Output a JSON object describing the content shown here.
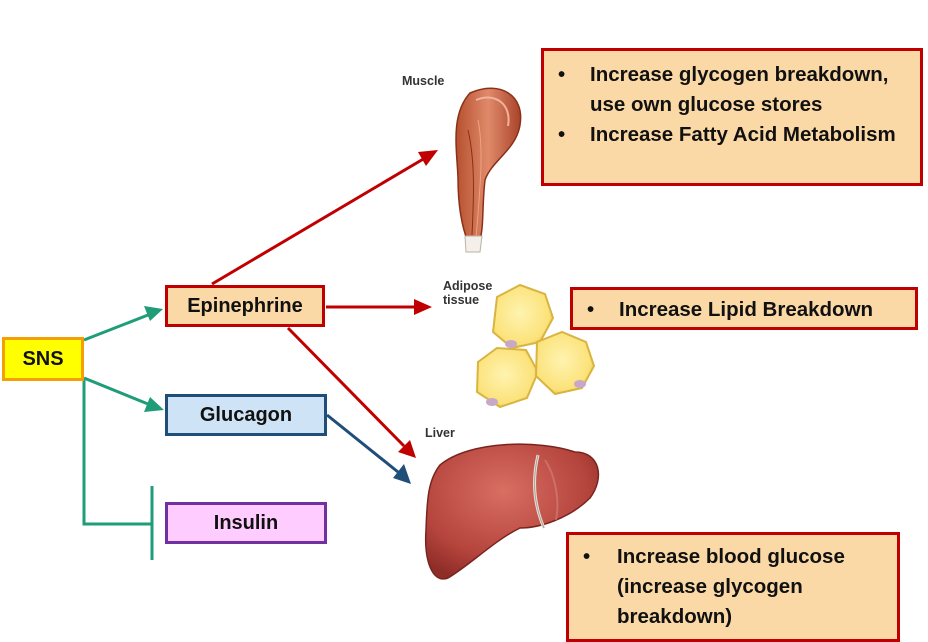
{
  "regulator": {
    "label": "SNS"
  },
  "hormones": {
    "epinephrine": "Epinephrine",
    "glucagon": "Glucagon",
    "insulin": "Insulin"
  },
  "tissues": {
    "muscle": "Muscle",
    "adipose_line1": "Adipose",
    "adipose_line2": "tissue",
    "liver": "Liver"
  },
  "effects": {
    "muscle": [
      "Increase glycogen breakdown, use own glucose stores",
      "Increase Fatty Acid Metabolism"
    ],
    "adipose": [
      "Increase Lipid Breakdown"
    ],
    "liver": [
      "Increase blood glucose (increase glycogen breakdown)"
    ]
  },
  "colors": {
    "stimulate_arrow": "#1f9c78",
    "epinephrine_arrow": "#c00000",
    "glucagon_arrow": "#1f4e79",
    "sns_fill": "#ffff00",
    "effect_fill": "#fbd9a6"
  }
}
